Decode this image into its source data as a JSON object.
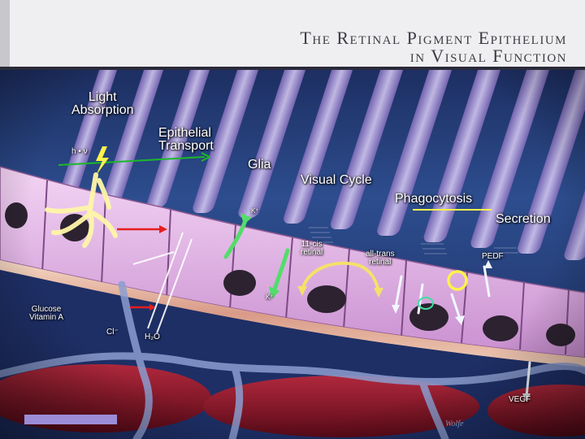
{
  "title": {
    "line1": "The Retinal Pigment Epithelium",
    "line2": "in Visual Function"
  },
  "labels": {
    "light_absorption": "Light\nAbsorption",
    "epithelial_transport": "Epithelial\nTransport",
    "glia": "Glia",
    "visual_cycle": "Visual Cycle",
    "phagocytosis": "Phagocytosis",
    "secretion": "Secretion",
    "h_nu": "h • ν",
    "k_plus_top": "K⁺",
    "k_plus_bottom": "K⁺",
    "eleven_cis": "11-cis\nretinal",
    "all_trans": "all-trans\nretinal",
    "pedf": "PEDF",
    "glucose_vitamin": "Glucose\nVitamin A",
    "cl_minus": "Cl⁻",
    "h2o": "H₂O",
    "vegf": "VEGF"
  },
  "signature": "Wolfe",
  "colors": {
    "title_bar": "#efeff1",
    "photoreceptor": "#b8aade",
    "rpe_cell": "#e6b8ea",
    "nucleus": "#2c2230",
    "bruch_band": "#eac6b0",
    "choroid_vessel": "#7e1426",
    "choroid_network": "#8c9ed0",
    "yellow": "#fff24a",
    "green_line": "#1cb82a",
    "red_arrow": "#e61e1e",
    "green_arrow": "#54dc6a",
    "purple_bar": "#9c8cd8"
  }
}
